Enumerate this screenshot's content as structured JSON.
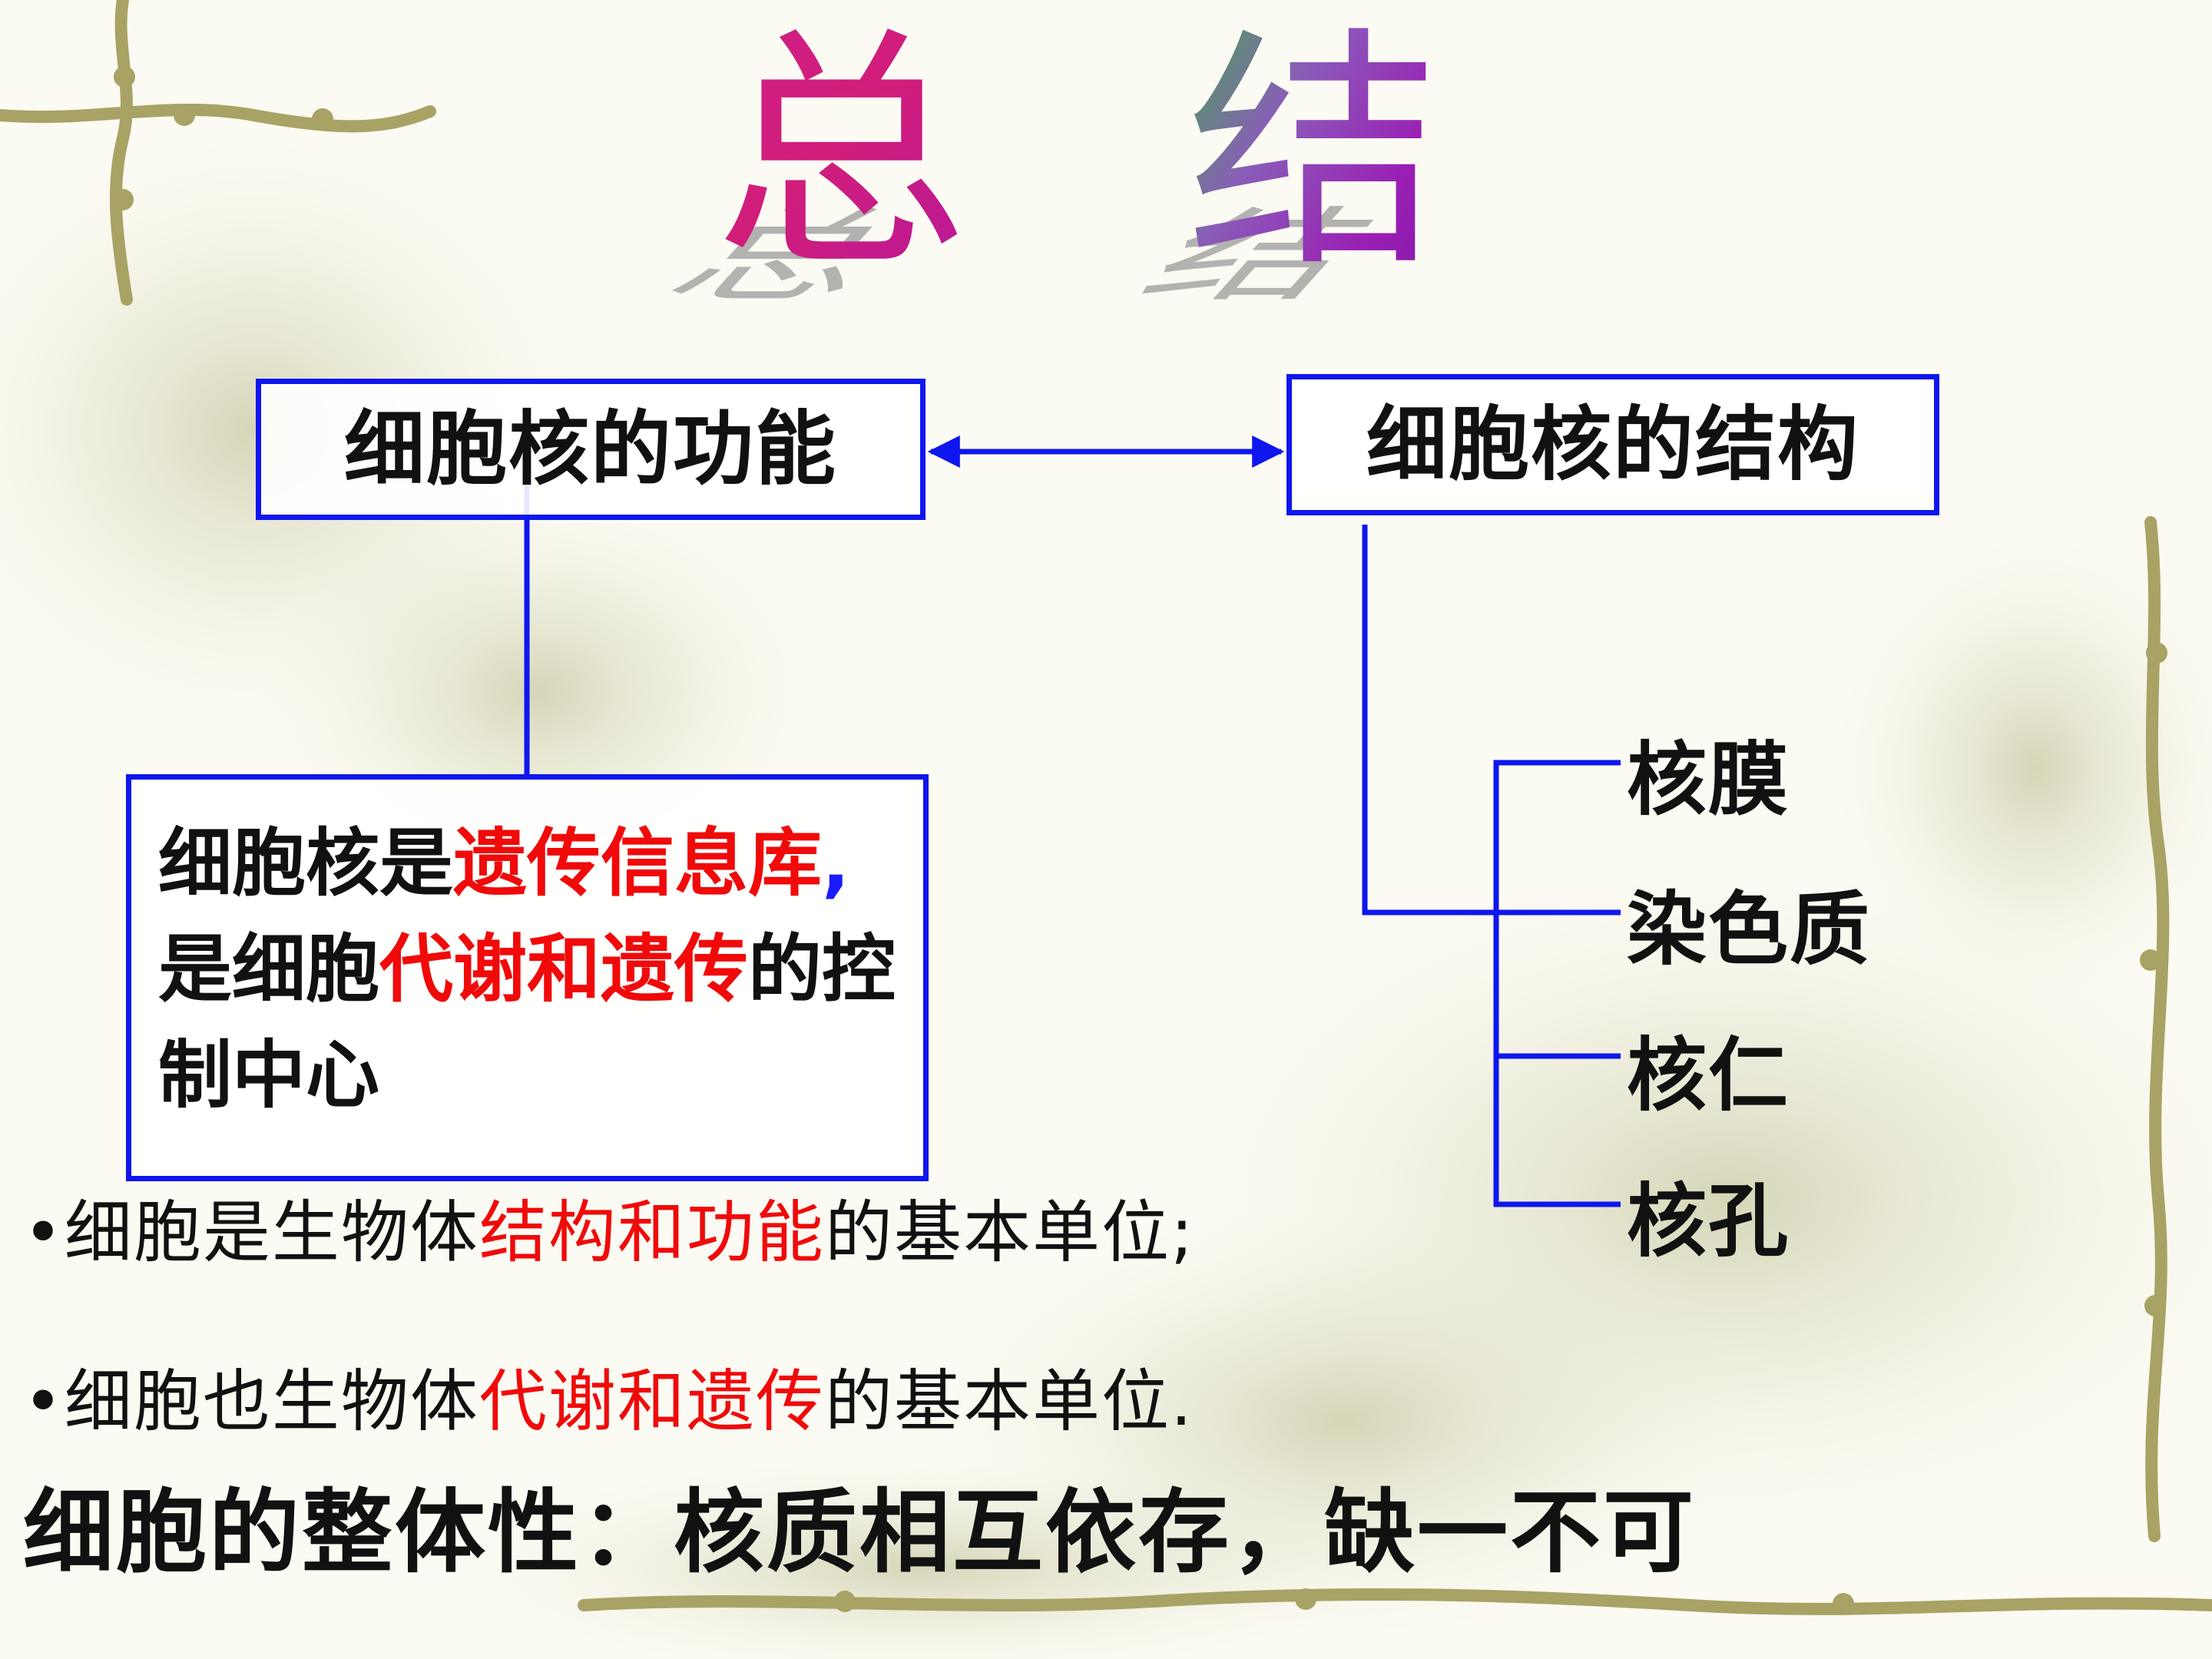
{
  "title": {
    "char1": "总",
    "char2": "结"
  },
  "function_box": {
    "title": "细胞核的功能"
  },
  "structure_box": {
    "title": "细胞核的结构"
  },
  "description": {
    "part1": "细胞核是",
    "part2": "遗传信息库",
    "comma": ",",
    "part3": " 是细胞",
    "part4": "代谢和遗传",
    "part5": "的控制中心"
  },
  "structure_parts": [
    "核膜",
    "染色质",
    "核仁",
    "核孔"
  ],
  "bullets": [
    {
      "prefix": "•细胞是生物体",
      "highlight": "结构和功能",
      "suffix": "的基本单位;"
    },
    {
      "prefix": "•细胞也生物体",
      "highlight": "代谢和遗传",
      "suffix": "的基本单位."
    }
  ],
  "summary": "细胞的整体性：核质相互依存，缺一不可",
  "colors": {
    "box_border": "#0f16ee",
    "highlight": "#f00a0a",
    "text": "#111111"
  }
}
